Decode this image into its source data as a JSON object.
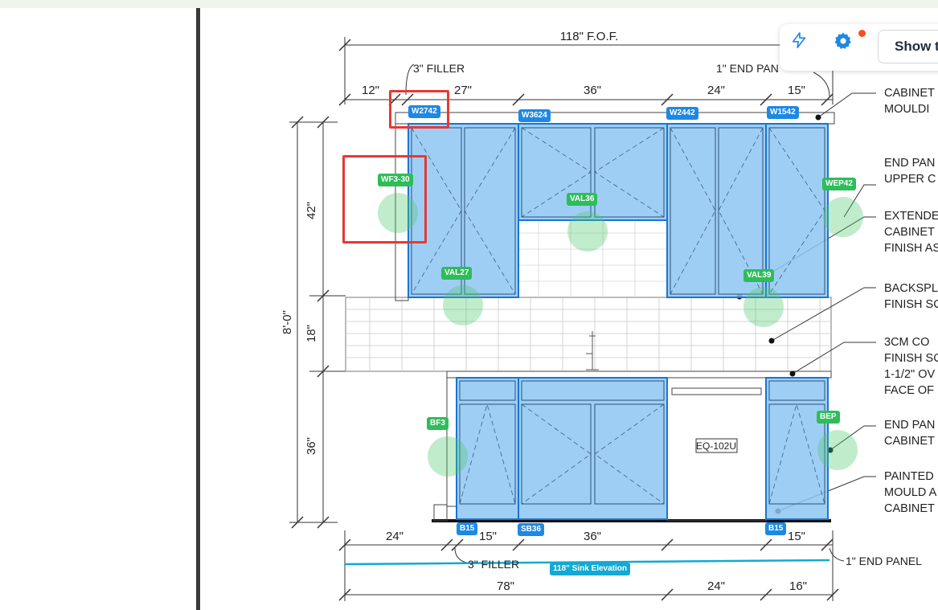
{
  "drawing": {
    "overall_width": "118\" F.O.F.",
    "filler_top": "3\" FILLER",
    "end_panel_top": "1\" END PAN",
    "top_dims": [
      "12\"",
      "27\"",
      "36\"",
      "24\"",
      "15\""
    ],
    "left_dims": [
      "8'-0\"",
      "42\"",
      "18\"",
      "36\""
    ],
    "bottom_dims_row1": [
      "24\"",
      "15\"",
      "36\"",
      "15\""
    ],
    "filler_bottom": "3\" FILLER",
    "end_panel_bottom": "1\" END PANEL",
    "bottom_dims_row2": [
      "78\"",
      "24\"",
      "16\""
    ],
    "appliance_label": "EQ-102U"
  },
  "cabinet_tags": [
    "W2742",
    "W3624",
    "W2442",
    "W1542",
    "B15",
    "SB36",
    "B15"
  ],
  "finish_tags": [
    "WF3-30",
    "VAL36",
    "WEP42",
    "VAL27",
    "VAL39",
    "BF3",
    "BEP"
  ],
  "elevation_label": "118\" Sink Elevation",
  "notes": [
    "CABINET\nMOULDI",
    "END PAN\nUPPER C",
    "EXTENDE\nCABINET\nFINISH AS",
    "BACKSPL\nFINISH SC",
    "3CM CO\nFINISH SC\n1-1/2\" OV\nFACE OF",
    "END PAN\nCABINET",
    "PAINTED\nMOULD A\nCABINET"
  ],
  "toolbar": {
    "lightning_icon": "lightning-icon",
    "settings_icon": "gear-icon",
    "show_button": "Show t"
  },
  "colors": {
    "cabinet_fill": "#8ec6f3",
    "cabinet_stroke": "#1976d2",
    "tag_blue": "#1e88e5",
    "tag_green": "#2ebd59",
    "highlight_red": "#e53935",
    "elevation_line": "#12a9d4",
    "badge": "#f4511e"
  }
}
